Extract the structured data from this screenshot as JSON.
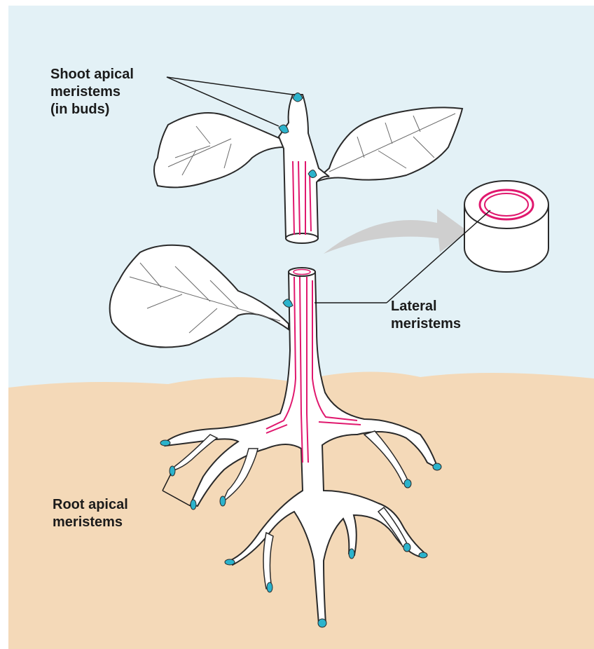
{
  "labels": {
    "shoot_apical": [
      "Shoot apical",
      "meristems",
      "(in buds)"
    ],
    "lateral": [
      "Lateral",
      "meristems"
    ],
    "root_apical": [
      "Root apical",
      "meristems"
    ]
  },
  "colors": {
    "sky": "#e3f1f6",
    "soil": "#f4d9b8",
    "plant": "#ffffff",
    "outline": "#2a2a2a",
    "meristem_lateral": "#e0186e",
    "meristem_apical": "#2bb3cc",
    "arrow": "#cfcfcf"
  }
}
